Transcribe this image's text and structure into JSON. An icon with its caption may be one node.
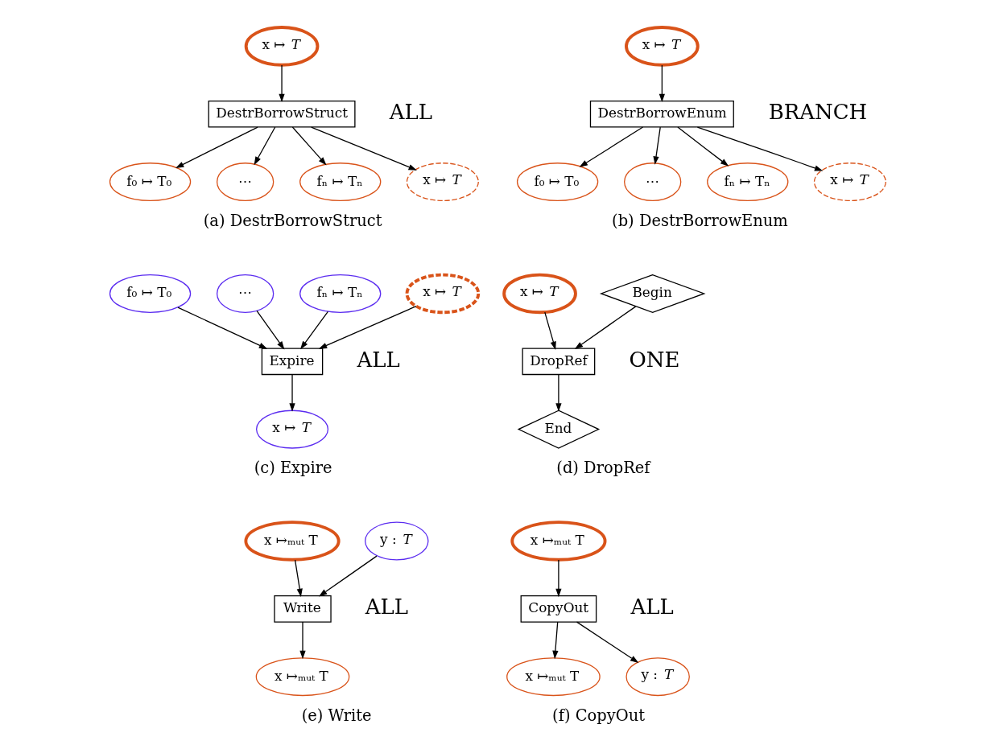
{
  "diagram": {
    "nodes": [
      {
        "text": [
          "x ↦ *T*"
        ]
      },
      {
        "text": [
          "DestrBorrowStruct"
        ],
        "beside": [
          "ALL"
        ]
      },
      {
        "text": [
          "f₀ ↦ T₀"
        ]
      },
      {
        "text": [
          "⋯"
        ]
      },
      {
        "text": [
          "fₙ ↦ Tₙ"
        ]
      },
      {
        "text": [
          "x ↦ *T*"
        ]
      },
      {
        "text": [
          "x ↦ *T*"
        ]
      },
      {
        "text": [
          "DestrBorrowEnum"
        ],
        "beside": [
          "BRANCH"
        ]
      },
      {
        "text": [
          "f₀ ↦ T₀"
        ]
      },
      {
        "text": [
          "⋯"
        ]
      },
      {
        "text": [
          "fₙ ↦ Tₙ"
        ]
      },
      {
        "text": [
          "x ↦ *T*"
        ]
      },
      {
        "text": [
          "f₀ ↦ T₀"
        ]
      },
      {
        "text": [
          "⋯"
        ]
      },
      {
        "text": [
          "fₙ ↦ Tₙ"
        ]
      },
      {
        "text": [
          "x ↦ *T*"
        ]
      },
      {
        "text": [
          "Expire"
        ],
        "beside": [
          "ALL"
        ]
      },
      {
        "text": [
          "x ↦ *T*"
        ]
      },
      {
        "text": [
          "x ↦ *T*"
        ]
      },
      {
        "text": [
          "Begin"
        ]
      },
      {
        "text": [
          "DropRef"
        ],
        "beside": [
          "ONE"
        ]
      },
      {
        "text": [
          "End"
        ]
      },
      {
        "text": [
          "x ↦ₘᵤₜ T"
        ]
      },
      {
        "text": [
          "y : *T*"
        ]
      },
      {
        "text": [
          "Write"
        ],
        "beside": [
          "ALL"
        ]
      },
      {
        "text": [
          "x ↦ₘᵤₜ T"
        ]
      },
      {
        "text": [
          "x ↦ₘᵤₜ T"
        ]
      },
      {
        "text": [
          "CopyOut"
        ],
        "beside": [
          "ALL"
        ]
      },
      {
        "text": [
          "x ↦ₘᵤₜ T"
        ]
      },
      {
        "text": [
          "y : *T*"
        ]
      }
    ],
    "edges": [
      {
        "from": 0,
        "to": 1,
        "arrow": "to"
      },
      {
        "from": 1,
        "to": 2,
        "arrow": "to"
      },
      {
        "from": 1,
        "to": 3,
        "arrow": "to"
      },
      {
        "from": 1,
        "to": 4,
        "arrow": "to"
      },
      {
        "from": 1,
        "to": 5,
        "arrow": "to"
      },
      {
        "from": 6,
        "to": 7,
        "arrow": "to"
      },
      {
        "from": 7,
        "to": 8,
        "arrow": "to"
      },
      {
        "from": 7,
        "to": 9,
        "arrow": "to"
      },
      {
        "from": 7,
        "to": 10,
        "arrow": "to"
      },
      {
        "from": 7,
        "to": 11,
        "arrow": "to"
      },
      {
        "from": 12,
        "to": 16,
        "arrow": "to"
      },
      {
        "from": 13,
        "to": 16,
        "arrow": "to"
      },
      {
        "from": 14,
        "to": 16,
        "arrow": "to"
      },
      {
        "from": 15,
        "to": 16,
        "arrow": "to"
      },
      {
        "from": 16,
        "to": 17,
        "arrow": "to"
      },
      {
        "from": 18,
        "to": 20,
        "arrow": "to"
      },
      {
        "from": 19,
        "to": 20,
        "arrow": "to"
      },
      {
        "from": 20,
        "to": 21,
        "arrow": "to"
      },
      {
        "from": 22,
        "to": 24,
        "arrow": "to"
      },
      {
        "from": 23,
        "to": 24,
        "arrow": "to"
      },
      {
        "from": 24,
        "to": 25,
        "arrow": "to"
      },
      {
        "from": 26,
        "to": 27,
        "arrow": "to"
      },
      {
        "from": 27,
        "to": 28,
        "arrow": "to"
      },
      {
        "from": 27,
        "to": 29,
        "arrow": "to"
      }
    ],
    "labels": [
      "(a) DestrBorrowStruct",
      "(b) DestrBorrowEnum",
      "(c) Expire",
      "(d) DropRef",
      "(e) Write",
      "(f) CopyOut"
    ]
  }
}
